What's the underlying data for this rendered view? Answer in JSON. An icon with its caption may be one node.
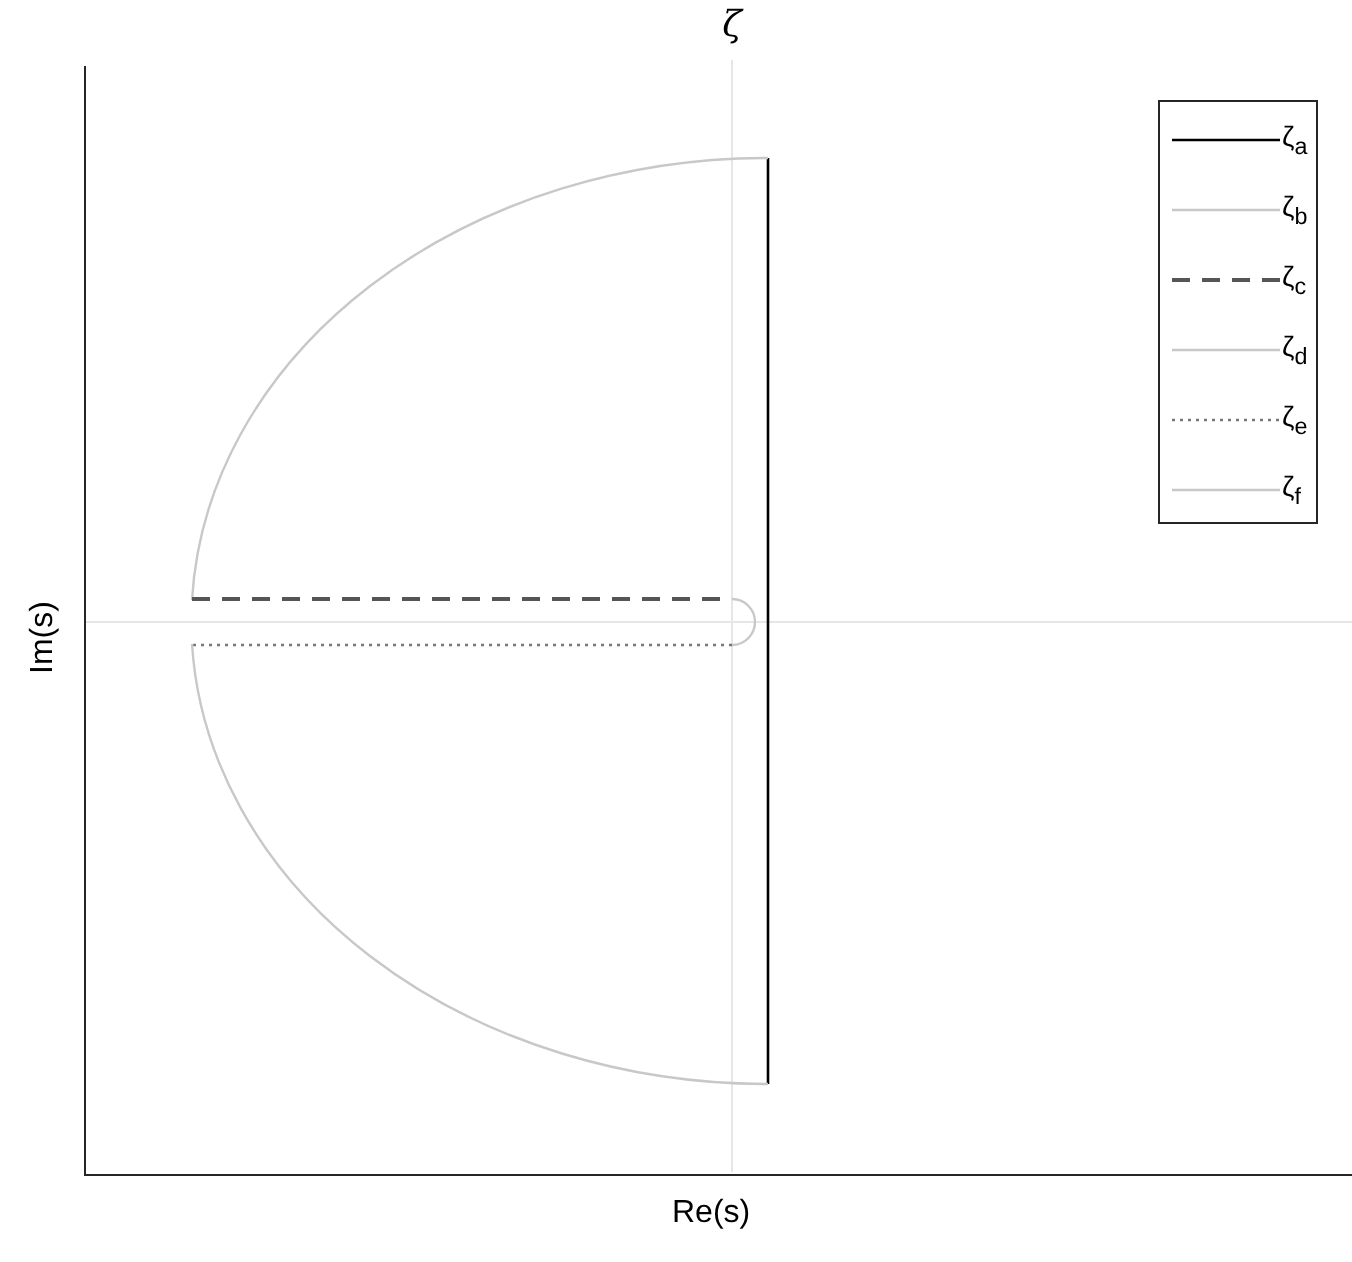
{
  "diagram": {
    "title": "ζ",
    "labels": [
      "Re(s)",
      "Im(s)"
    ],
    "legend": [
      {
        "text": "ζ$_{a}$"
      },
      {
        "text": "ζ$_{b}$"
      },
      {
        "text": "ζ$_{c}$"
      },
      {
        "text": "ζ$_{d}$"
      },
      {
        "text": "ζ$_{e}$"
      },
      {
        "text": "ζ$_{f}$"
      }
    ]
  }
}
